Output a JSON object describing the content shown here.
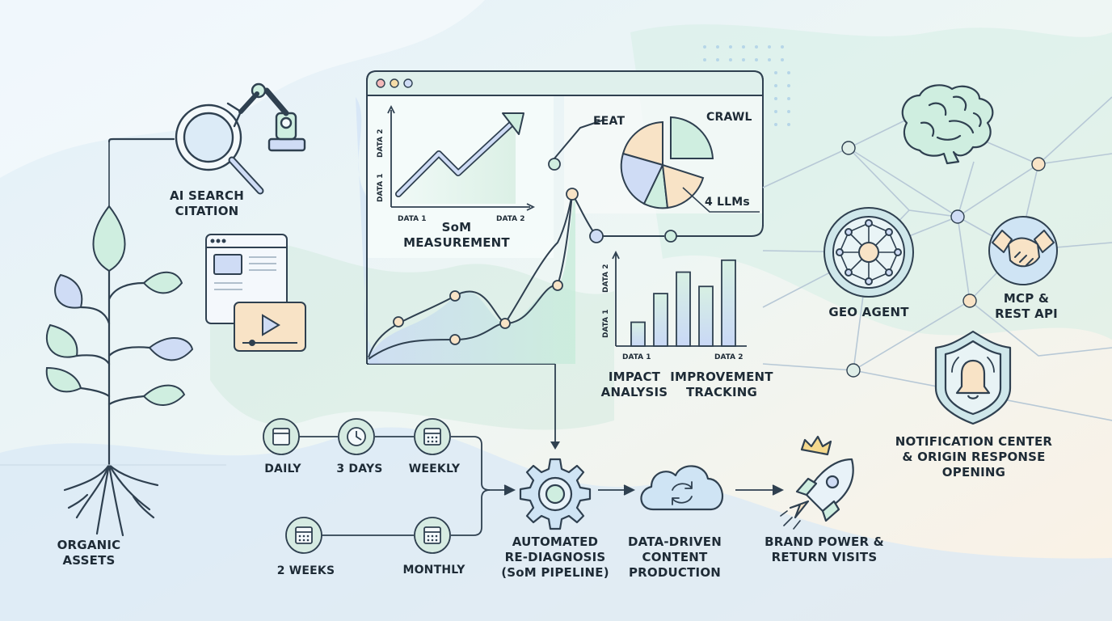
{
  "labels": {
    "organic_assets": [
      "ORGANIC",
      "ASSETS"
    ],
    "ai_search_citation": [
      "AI SEARCH",
      "CITATION"
    ],
    "som_measurement": [
      "SoM",
      "MEASUREMENT"
    ],
    "impact_analysis": [
      "IMPACT",
      "ANALYSIS"
    ],
    "improvement_tracking": [
      "IMPROVEMENT",
      "TRACKING"
    ],
    "geo_agent": "GEO AGENT",
    "mcp_rest_api": [
      "MCP &",
      "REST API"
    ],
    "notification_center": [
      "NOTIFICATION CENTER",
      "& ORIGIN RESPONSE",
      "OPENING"
    ],
    "automated_rediagnosis": [
      "AUTOMATED",
      "RE-DIAGNOSIS",
      "(SoM PIPELINE)"
    ],
    "data_driven_content": [
      "DATA-DRIVEN",
      "CONTENT",
      "PRODUCTION"
    ],
    "brand_power": [
      "BRAND POWER &",
      "RETURN VISITS"
    ]
  },
  "schedule": {
    "daily": "DAILY",
    "three_days": "3 DAYS",
    "weekly": "WEEKLY",
    "two_weeks": "2 WEEKS",
    "monthly": "MONTHLY"
  },
  "pie_labels": {
    "eeat": "EEAT",
    "crawl": "CRAWL",
    "llms": "4 LLMs"
  },
  "axis_labels": {
    "line_y1": "DATA 1",
    "line_y2": "DATA 2",
    "line_x1": "DATA 1",
    "line_x2": "DATA 2",
    "bar_y1": "DATA 1",
    "bar_y2": "DATA 2",
    "bar_x1": "DATA 1",
    "bar_x2": "DATA 2"
  },
  "bar_chart": {
    "values": [
      1.0,
      2.2,
      3.1,
      2.5,
      3.6
    ],
    "max": 4
  },
  "colors": {
    "stroke": "#2f4050",
    "mint": "#cfeee0",
    "blue": "#cfdcf5",
    "peach": "#f8e3c6",
    "node": "#dfeee8"
  }
}
